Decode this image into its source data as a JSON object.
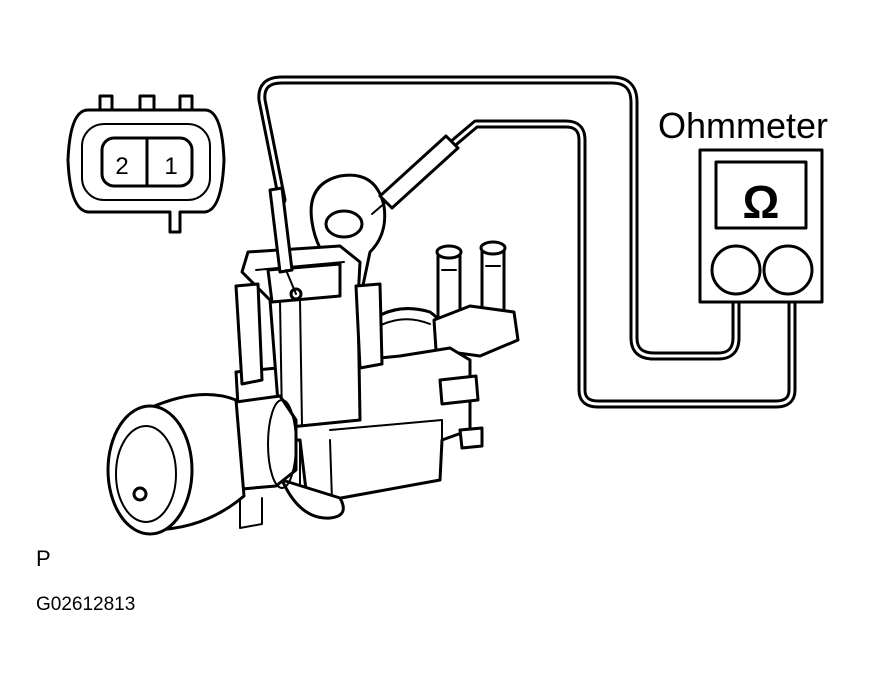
{
  "labels": {
    "meter": "Ohmmeter",
    "ohm_symbol": "Ω",
    "pin_left": "2",
    "pin_right": "1",
    "view_marker": "P",
    "figure_id": "G02612813"
  },
  "icons": {
    "meter_symbol": "ohm-icon"
  }
}
